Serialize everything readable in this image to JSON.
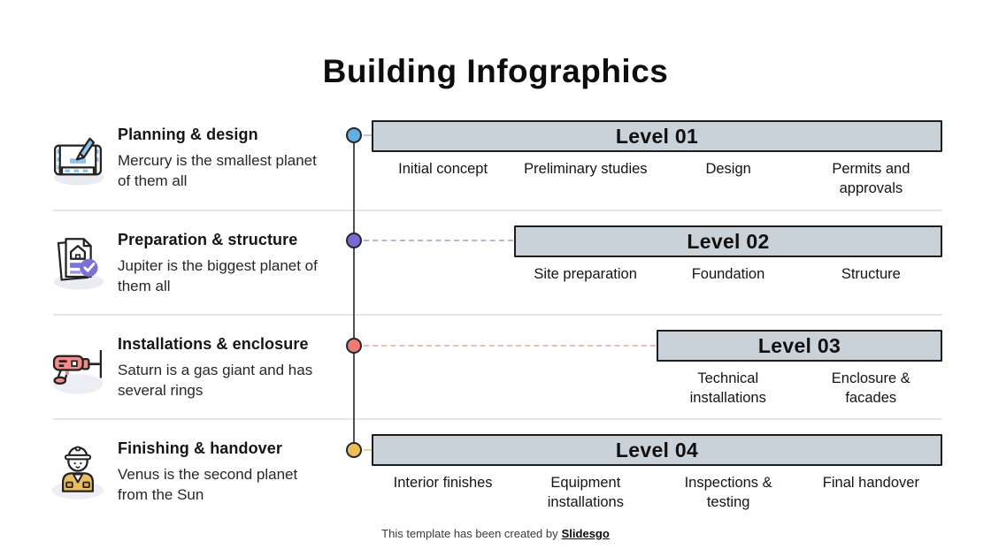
{
  "title": "Building Infographics",
  "rows": [
    {
      "title": "Planning & design",
      "description": "Mercury is the smallest planet of them all",
      "icon": "blueprint-pencil-icon",
      "dot_color": "#64aee0",
      "level_label": "Level 01",
      "items": [
        "Initial concept",
        "Preliminary studies",
        "Design",
        "Permits and approvals"
      ]
    },
    {
      "title": "Preparation & structure",
      "description": "Jupiter is the biggest planet of them all",
      "icon": "document-check-icon",
      "dot_color": "#756bd1",
      "level_label": "Level 02",
      "items": [
        "Site preparation",
        "Foundation",
        "Structure"
      ]
    },
    {
      "title": "Installations & enclosure",
      "description": "Saturn is a gas giant and has several rings",
      "icon": "drill-icon",
      "dot_color": "#ee7a76",
      "level_label": "Level 03",
      "items": [
        "Technical installations",
        "Enclosure & facades"
      ]
    },
    {
      "title": "Finishing & handover",
      "description": "Venus is the second planet from the Sun",
      "icon": "construction-worker-icon",
      "dot_color": "#eebd55",
      "level_label": "Level 04",
      "items": [
        "Interior finishes",
        "Equipment installations",
        "Inspections & testing",
        "Final handover"
      ]
    }
  ],
  "colors": {
    "bar_fill": "#c9d2d9",
    "bar_border": "#1c1c1c",
    "timeline_line": "#4d4f52",
    "separator": "#e4e6e8"
  },
  "footer": {
    "prefix": "This template has been created by",
    "brand": "Slidesgo"
  }
}
